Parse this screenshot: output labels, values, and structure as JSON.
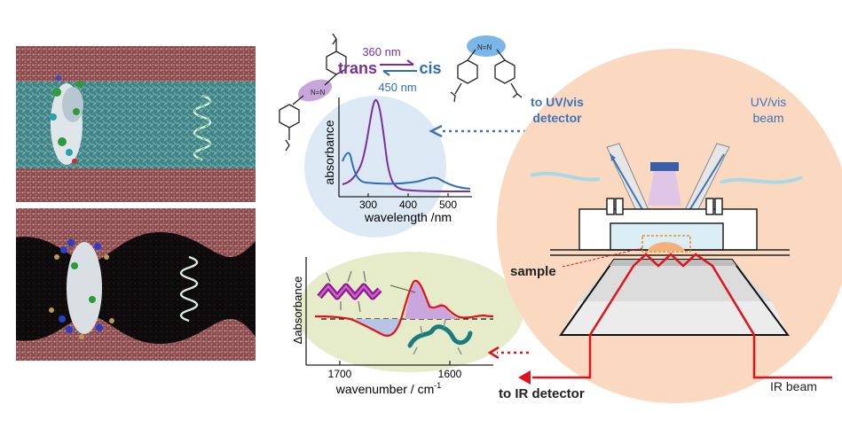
{
  "colors": {
    "trans": "#7b2f9e",
    "cis": "#2d6fb5",
    "ir_beam": "#e0131b",
    "uv_beam": "#3f73b7",
    "chamber": "#fad9c0",
    "uvvis_circle": "#dce9f4",
    "ir_oval": "#e6ecc9",
    "membrane_bg": "#a15e5e",
    "lipid_band": "#4d8f8f"
  },
  "reaction": {
    "trans_label": "trans",
    "cis_label": "cis",
    "forward_wavelength": "360 nm",
    "reverse_wavelength": "450 nm"
  },
  "uvvis_plot": {
    "ylabel": "absorbance",
    "xlabel": "wavelength /nm",
    "ticks": [
      "300",
      "400",
      "500"
    ]
  },
  "ir_plot": {
    "ylabel": "Δabsorbance",
    "xlabel": "wavenumber / cm",
    "xlabel_superscript": "-1",
    "ticks": [
      "1700",
      "1600"
    ]
  },
  "setup": {
    "to_uvvis_detector_line1": "to UV/vis",
    "to_uvvis_detector_line2": "detector",
    "uvvis_beam_line1": "UV/vis",
    "uvvis_beam_line2": "beam",
    "sample_label": "sample",
    "to_ir_detector_label": "to IR detector",
    "ir_beam_label": "IR beam"
  },
  "icons": {
    "uv_lamp": "uv-lamp-icon",
    "helix": "alpha-helix-icon",
    "coil": "random-coil-icon",
    "azobenzene": "azobenzene-icon"
  }
}
